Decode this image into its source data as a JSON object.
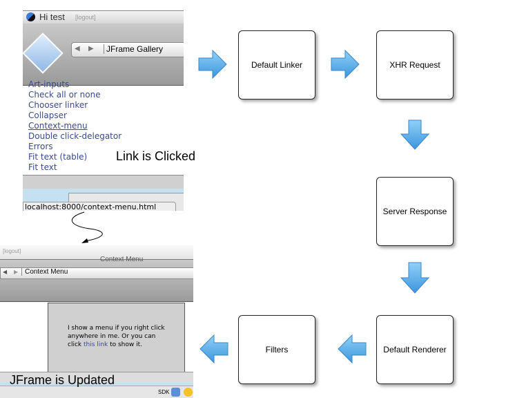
{
  "top_shot": {
    "user": "Hi test",
    "logout": "[logout]",
    "title": "JFrame Gallery",
    "links": [
      "Art-inputs",
      "Check all or none",
      "Chooser linker",
      "Collapser",
      "Context-menu",
      "Double click-delegator",
      "Errors",
      "Fit text (table)",
      "Fit text"
    ],
    "status_url": "localhost:8000/context-menu.html"
  },
  "bottom_shot": {
    "logout": "[logout]",
    "window_title": "Context Menu",
    "title": "Context Menu",
    "content_1": "I show a menu if you right click anywhere in me. Or you can click",
    "content_link": "this link",
    "content_2": "to show it.",
    "sdk": "SDK"
  },
  "captions": {
    "clicked": "Link is Clicked",
    "updated": "JFrame is Updated"
  },
  "nodes": [
    "Default Linker",
    "XHR Request",
    "Server Response",
    "Default Renderer",
    "Filters"
  ],
  "colors": {
    "arrow": "#5aaee8",
    "link": "#3a4a8a"
  }
}
